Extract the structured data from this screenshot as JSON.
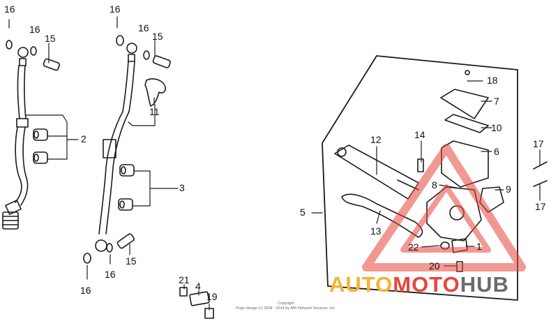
{
  "callouts": {
    "c16_a": "16",
    "c16_b": "16",
    "c15_a": "15",
    "c16_c": "16",
    "c16_d": "16",
    "c15_b": "15",
    "c11": "11",
    "c2": "2",
    "c3": "3",
    "c15_c": "15",
    "c16_e": "16",
    "c16_f": "16",
    "c21": "21",
    "c4": "4",
    "c19": "19",
    "c5": "5",
    "c12": "12",
    "c14": "14",
    "c18": "18",
    "c7": "7",
    "c10": "10",
    "c6": "6",
    "c8": "8",
    "c9": "9",
    "c13": "13",
    "c22": "22",
    "c1": "1",
    "c20": "20",
    "c17_a": "17",
    "c17_b": "17"
  },
  "copyright": {
    "line1": "Copyright",
    "line2": "Page design (c) 2004 - 2014 by ARI Network Services, Inc."
  },
  "watermark": {
    "part1": "AUTO",
    "part2": "MOTO",
    "part3": "HUB",
    "colors": {
      "part1": "#f6b233",
      "part2": "#e8453c",
      "part3": "#6b6b6b",
      "triangle": "#e8453c"
    }
  }
}
